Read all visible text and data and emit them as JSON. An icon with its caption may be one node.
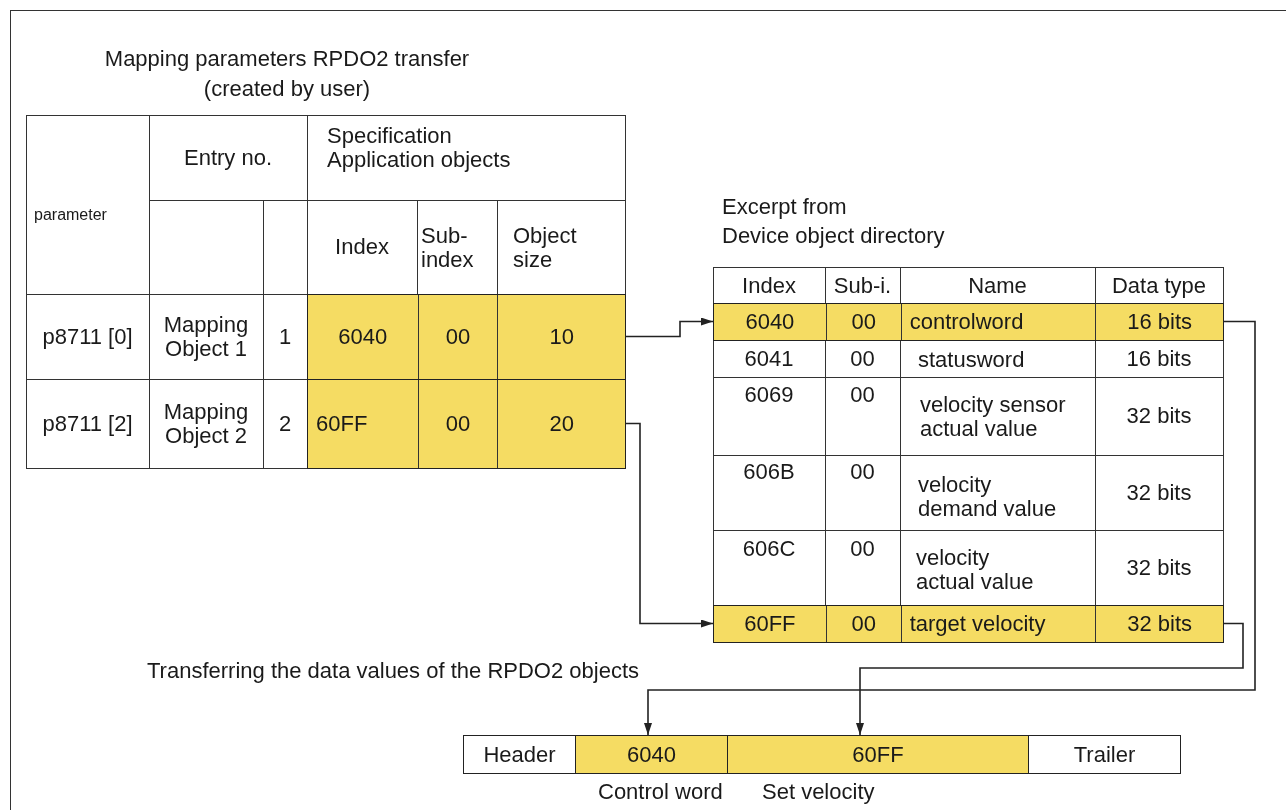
{
  "diagram": {
    "title": "Mapping parameters RPDO2 transfer (created by user)",
    "nodes": [
      {
        "text": [
          "6040",
          "00",
          "10"
        ]
      },
      {
        "text": [
          "60FF",
          "00",
          "20"
        ]
      },
      {
        "text": [
          "6040",
          "00",
          "controlword",
          "16 bits"
        ]
      },
      {
        "text": [
          "60FF",
          "00",
          "target velocity",
          "32 bits"
        ]
      },
      {
        "text": [
          "Header"
        ]
      },
      {
        "text": [
          "6040"
        ]
      },
      {
        "text": [
          "60FF"
        ]
      },
      {
        "text": [
          "Trailer"
        ]
      }
    ],
    "edges": [
      {
        "from": 0,
        "to": 2,
        "arrow": "to"
      },
      {
        "from": 1,
        "to": 3,
        "arrow": "to"
      },
      {
        "from": 2,
        "to": 5,
        "arrow": "to"
      },
      {
        "from": 3,
        "to": 6,
        "arrow": "to"
      }
    ],
    "labels": [
      "parameter",
      "Entry no.",
      "Specification Application objects",
      "Index",
      "Sub- index",
      "Object size",
      "p8711 [0]",
      "Mapping Object 1",
      "1",
      "p8711 [2]",
      "Mapping Object 2",
      "2",
      "Excerpt from",
      "Device object directory",
      "Index",
      "Sub-i.",
      "Name",
      "Data type",
      "6041",
      "00",
      "statusword",
      "16 bits",
      "6069",
      "00",
      "velocity sensor actual value",
      "32 bits",
      "606B",
      "00",
      "velocity demand value",
      "32 bits",
      "606C",
      "00",
      "velocity actual value",
      "32 bits",
      "Transferring the data values of the RPDO2 objects",
      "Control word",
      "Set velocity"
    ]
  }
}
